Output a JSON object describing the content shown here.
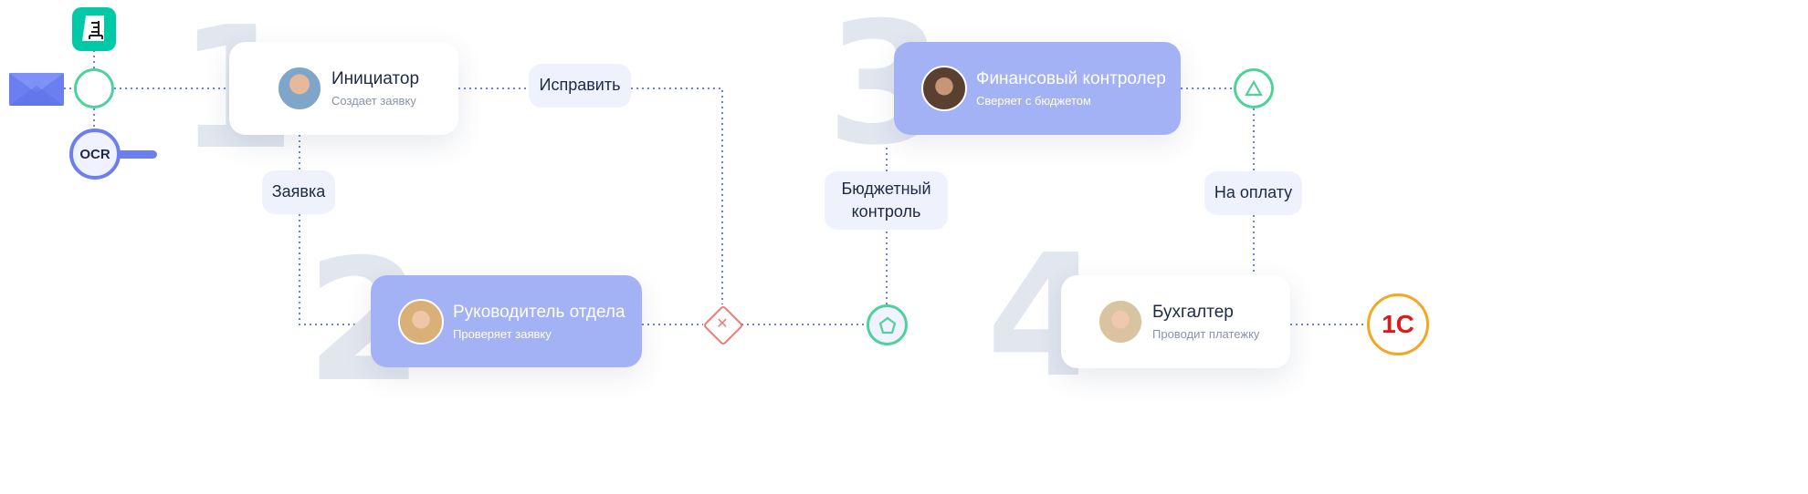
{
  "steps": [
    {
      "number": "1",
      "title": "Инициатор",
      "subtitle": "Создает заявку"
    },
    {
      "number": "2",
      "title": "Руководитель отдела",
      "subtitle": "Проверяет заявку"
    },
    {
      "number": "3",
      "title": "Финансовый контролер",
      "subtitle": "Сверяет с бюджетом"
    },
    {
      "number": "4",
      "title": "Бухгалтер",
      "subtitle": "Проводит платежку"
    }
  ],
  "labels": {
    "fix": "Исправить",
    "request": "Заявка",
    "budget_line1": "Бюджетный",
    "budget_line2": "контроль",
    "payment": "На оплату"
  },
  "icons": {
    "ocr": "OCR",
    "onec": "1С"
  },
  "colors": {
    "line": "#6b7ff0",
    "accent_blue": "#a3b1f5",
    "green": "#4fd19a",
    "red": "#f07a7a",
    "orange": "#f5a623"
  }
}
